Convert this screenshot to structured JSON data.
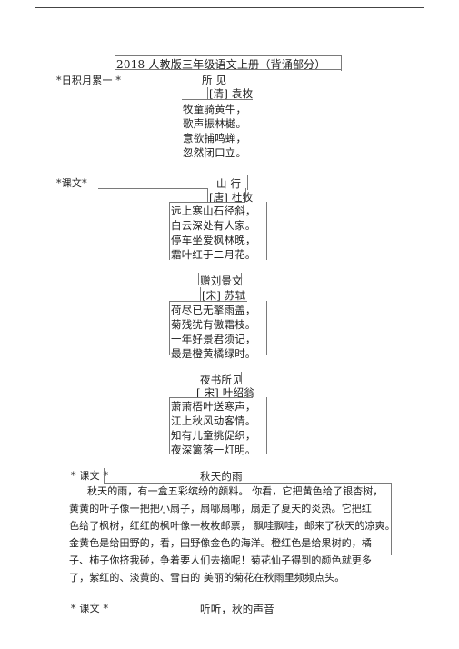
{
  "doc": {
    "title": "2018 人教版三年级语文上册（背诵部分）",
    "sections": {
      "accumulation_label": "*日积月累一 *",
      "text_label_1": "*课文*",
      "text_label_2": "* 课文 *",
      "text_label_3": "* 课文 *"
    },
    "poems": [
      {
        "title": "所  见",
        "author": "[清] 袁枚",
        "lines": [
          "牧童骑黄牛，",
          "歌声振林樾。",
          "意欲捕鸣蝉，",
          "忽然闭口立。"
        ]
      },
      {
        "title": "山  行",
        "author": "[唐] 杜牧",
        "lines": [
          "远上寒山石径斜，",
          "白云深处有人家。",
          "停车坐爱枫林晚，",
          "霜叶红于二月花。"
        ]
      },
      {
        "title": "赠刘景文",
        "author": "[宋]    苏轼",
        "lines": [
          "荷尽已无擎雨盖，",
          "菊残犹有傲霜枝。",
          "一年好景君须记，",
          "最是橙黄橘绿时。"
        ]
      },
      {
        "title": "夜书所见",
        "author": "[ 宋]    叶绍翁",
        "lines": [
          "萧萧梧叶送寒声，",
          "江上秋风动客情。",
          "知有儿童挑促织，",
          "夜深篱落一灯明。"
        ]
      }
    ],
    "prose": {
      "title": "秋天的雨",
      "lines": [
        "秋天的雨，有一盒五彩缤纷的颜料。  你看，它把黄色给了银杏树，",
        "黄黄的叶子像一把把小扇子，扇哪扇哪，扇走了夏天的炎热。它把红",
        "色给了枫树，红红的枫叶像一枚枚邮票，  飘哇飘哇，邮来了秋天的凉爽。",
        "金黄色是给田野的，看，田野像金色的海洋。橙红色是给果树的，橘",
        "子、柿子你挤我碰，争着要人们去摘呢！菊花仙子得到的颜色就更多",
        "了，紫红的、淡黄的、雪白的    美丽的菊花在秋雨里频频点头。"
      ]
    },
    "next_title": "听听，秋的声音"
  }
}
